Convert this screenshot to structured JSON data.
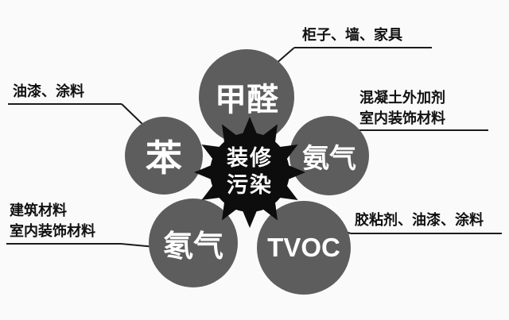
{
  "center": {
    "line1": "装修",
    "line2": "污染"
  },
  "nodes": {
    "formaldehyde": {
      "label": "甲醛"
    },
    "benzene": {
      "label": "苯"
    },
    "ammonia": {
      "label": "氨气"
    },
    "radon": {
      "label": "氡气"
    },
    "tvoc": {
      "label": "TVOC"
    }
  },
  "annotations": {
    "cabinet": {
      "line1": "柜子、墙、家具"
    },
    "paint": {
      "line1": "油漆、涂料"
    },
    "concrete": {
      "line1": "混凝土外加剂",
      "line2": "室内装饰材料"
    },
    "building": {
      "line1": "建筑材料",
      "line2": "室内装饰材料"
    },
    "adhesive": {
      "line1": "胶粘剂、油漆、涂料"
    }
  },
  "colors": {
    "background": "#fafafa",
    "node_fill": "#5d5d5d",
    "node_text": "#ffffff",
    "center_fill": "#0d0d0d",
    "label_text": "#111111",
    "line": "#1c1c1c"
  }
}
